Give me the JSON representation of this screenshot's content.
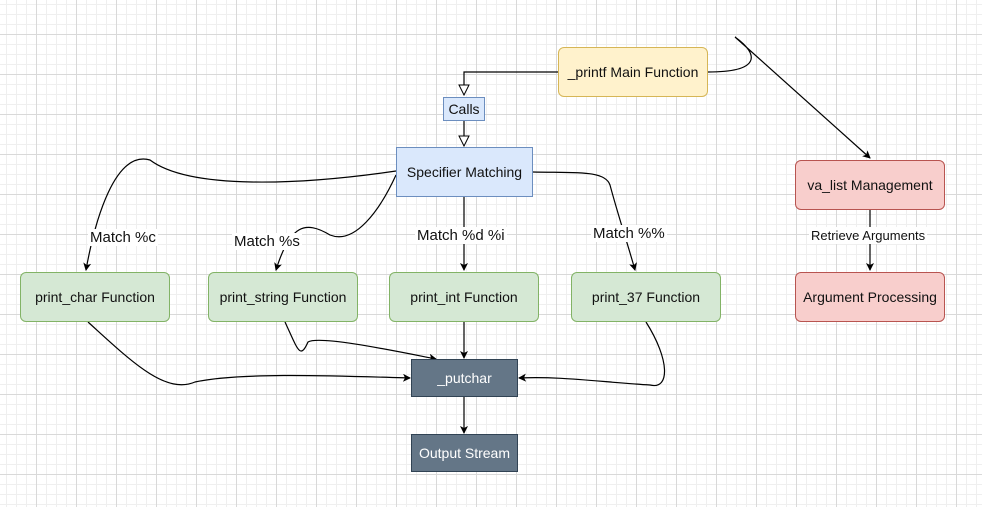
{
  "nodes": {
    "printf_main": "_printf Main Function",
    "calls": "Calls",
    "specifier_matching": "Specifier Matching",
    "va_list": "va_list Management",
    "argument_processing": "Argument Processing",
    "print_char": "print_char Function",
    "print_string": "print_string Function",
    "print_int": "print_int Function",
    "print_37": "print_37 Function",
    "putchar": "_putchar",
    "output_stream": "Output Stream"
  },
  "edge_labels": {
    "match_c": "Match %c",
    "match_s": "Match %s",
    "match_d_i": "Match %d %i",
    "match_percent": "Match %%",
    "retrieve_arguments": "Retrieve Arguments"
  },
  "colors": {
    "yellow_fill": "#fff2cc",
    "blue_fill": "#dae8fc",
    "green_fill": "#d5e8d4",
    "red_fill": "#f8cecc",
    "slate_fill": "#647687"
  }
}
